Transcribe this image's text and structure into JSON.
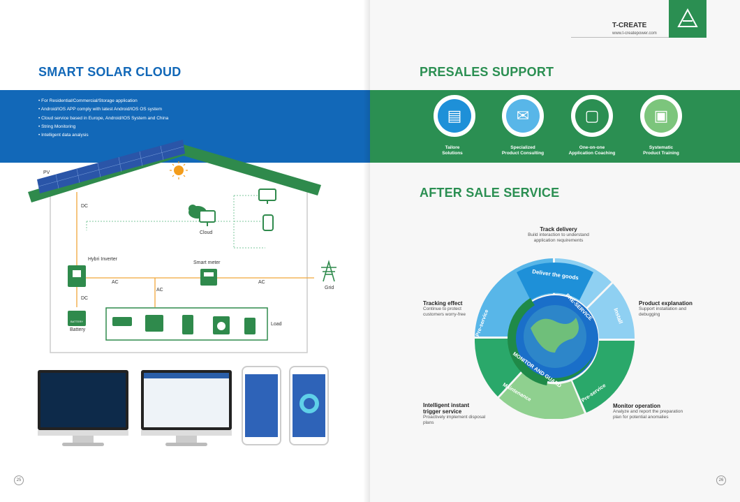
{
  "left": {
    "title": "SMART SOLAR CLOUD",
    "bullets": [
      "For Residential/Commercial/Storage application",
      "Android/IOS APP comply with latest Android/IOS OS system",
      "Cloud service based in Europe, Android/IOS System and China",
      "String Monitoring",
      "Intelligent data analysis"
    ],
    "diagram": {
      "pv": "PV",
      "dc1": "DC",
      "dc2": "DC",
      "ac1": "AC",
      "ac2": "AC",
      "ac3": "AC",
      "cloud": "Cloud",
      "inverter": "Hybri Inverter",
      "meter": "Smart meter",
      "grid": "Grid",
      "battery": "Battery",
      "battery_label": "BATTERY",
      "load": "Load"
    },
    "page_number": "25"
  },
  "right": {
    "brand": "T-CREATE",
    "url": "www.t-createpower.com",
    "presales_title": "PRESALES SUPPORT",
    "presales": [
      {
        "label": "Tailore\nSolutions",
        "icon": "document-icon"
      },
      {
        "label": "Specialized\nProduct Consulting",
        "icon": "chat-icon"
      },
      {
        "label": "One-on-one\nApplication Coaching",
        "icon": "easel-icon"
      },
      {
        "label": "Systematic\nProduct Training",
        "icon": "presentation-icon"
      }
    ],
    "aftersale_title": "AFTER SALE SERVICE",
    "ring": {
      "deliver": "Deliver the goods",
      "install": "Install",
      "pre_service_a": "Pre-service",
      "pre_service_b": "Pre-service",
      "maintenance": "Maintenance",
      "preservice_center": "PRE-SERVICE",
      "monitor": "MONITOR AND GUARD"
    },
    "services": [
      {
        "title": "Track delivery",
        "text": "Build interaction to understand\napplication requirements"
      },
      {
        "title": "Tracking effect",
        "text": "Continue to protect\ncustomers worry-free"
      },
      {
        "title": "Product explanation",
        "text": "Support installation and\ndebugging"
      },
      {
        "title": "Intelligent instant\ntrigger service",
        "text": "Proactively implement disposal\nplans"
      },
      {
        "title": "Monitor operation",
        "text": "Analyze and report the preparation\nplan for potential anomalies"
      }
    ],
    "page_number": "26"
  },
  "colors": {
    "blue": "#1268b8",
    "green": "#2b8f52",
    "roof": "#2f8a4c"
  }
}
